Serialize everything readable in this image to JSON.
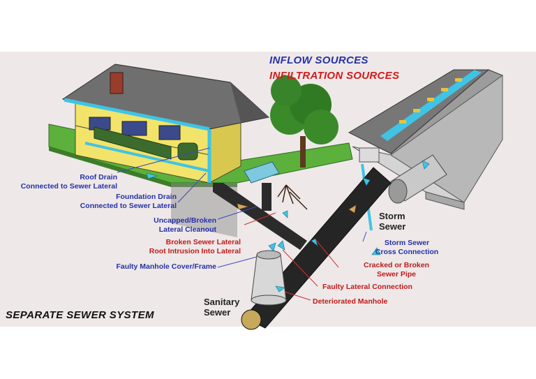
{
  "legend": {
    "inflow": "INFLOW SOURCES",
    "infiltration": "INFILTRATION SOURCES",
    "inflow_color": "#2431a8",
    "infiltration_color": "#d61a1a"
  },
  "title": "SEPARATE SEWER SYSTEM",
  "labels": {
    "roof_drain_1": "Roof Drain",
    "roof_drain_2": "Connected to Sewer Lateral",
    "foundation_1": "Foundation Drain",
    "foundation_2": "Connected to Sewer Lateral",
    "uncapped_1": "Uncapped/Broken",
    "uncapped_2": "Lateral Cleanout",
    "broken_lateral_1": "Broken Sewer Lateral",
    "broken_lateral_2": "Root Intrusion Into Lateral",
    "manhole_cover": "Faulty Manhole Cover/Frame",
    "storm_cross_1": "Storm Sewer",
    "storm_cross_2": "Cross Connection",
    "cracked_1": "Cracked or Broken",
    "cracked_2": "Sewer Pipe",
    "faulty_lateral": "Faulty Lateral Connection",
    "deteriorated": "Deteriorated Manhole"
  },
  "components": {
    "storm_sewer_1": "Storm",
    "storm_sewer_2": "Sewer",
    "sanitary_sewer_1": "Sanitary",
    "sanitary_sewer_2": "Sewer"
  }
}
